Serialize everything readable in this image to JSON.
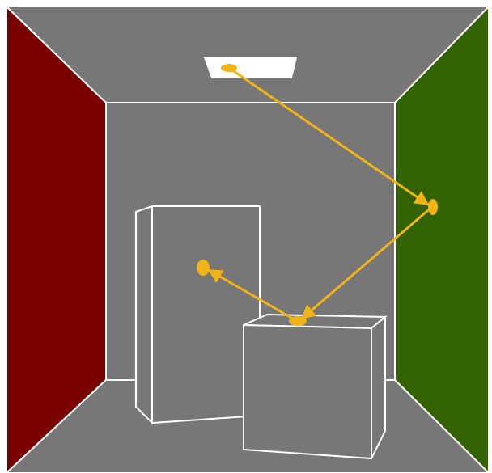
{
  "colors": {
    "background": "#ffffff",
    "surface_gray": "#777777",
    "left_wall": "#7a0000",
    "right_wall": "#336300",
    "outline": "#ffffff",
    "light_panel": "#ffffff",
    "ray": "#f0b418"
  },
  "scene": {
    "elements": [
      "ceiling",
      "back-wall",
      "floor",
      "left-wall",
      "right-wall",
      "ceiling-light",
      "tall-box",
      "short-box"
    ],
    "ray_path": [
      "light-hit-point",
      "right-wall-hit-point",
      "short-box-hit-point",
      "tall-box-hit-point"
    ],
    "arrowheads": [
      "right-wall-hit-point",
      "short-box-hit-point",
      "tall-box-hit-point"
    ]
  }
}
